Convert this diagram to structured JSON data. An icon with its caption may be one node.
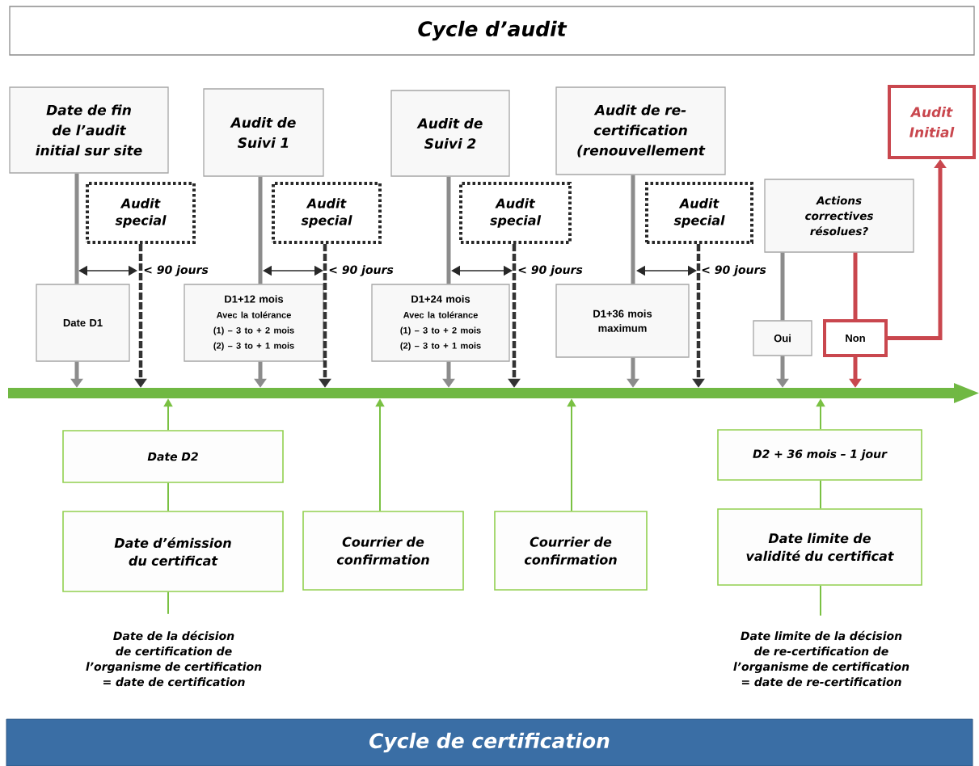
{
  "diagram": {
    "title": "Cycle d’audit",
    "caption": "Cycle de certification",
    "nodes": [
      {
        "text": [
          "Date de fin de l’audit initial sur site"
        ]
      },
      {
        "text": [
          "Audit de Suivi 1"
        ]
      },
      {
        "text": [
          "Audit de Suivi 2"
        ]
      },
      {
        "text": [
          "Audit de re-certification (renouvellement"
        ]
      },
      {
        "text": [
          "Audit Initial"
        ]
      },
      {
        "text": [
          "Audit special"
        ]
      },
      {
        "text": [
          "Audit special"
        ]
      },
      {
        "text": [
          "Audit special"
        ]
      },
      {
        "text": [
          "Audit special"
        ]
      },
      {
        "text": [
          "Actions correctives résolues?"
        ]
      },
      {
        "text": [
          "Date D1"
        ]
      },
      {
        "text": [
          "D1+12 mois",
          "Avec la tolérance",
          "(1) – 3 to + 2 mois",
          "(2) – 3 to + 1 mois"
        ]
      },
      {
        "text": [
          "D1+24 mois",
          "Avec la tolérance",
          "(1) – 3 to + 2 mois",
          "(2) – 3 to + 1 mois"
        ]
      },
      {
        "text": [
          "D1+36 mois maximum"
        ]
      },
      {
        "text": [
          "Oui"
        ]
      },
      {
        "text": [
          "Non"
        ]
      },
      {
        "text": [],
        "shape": "bar"
      },
      {
        "text": [
          "Date D2"
        ]
      },
      {
        "text": [
          "D2 + 36 mois – 1 jour"
        ]
      },
      {
        "text": [
          "Date d’émission du certificat"
        ]
      },
      {
        "text": [
          "Courrier de confirmation"
        ]
      },
      {
        "text": [
          "Courrier de confirmation"
        ]
      },
      {
        "text": [
          "Date limite de validité du certificat"
        ]
      },
      {
        "text": [
          "Date de la décision de certification de l’organisme de certification = date de certification"
        ]
      },
      {
        "text": [
          "Date limite de la décision de re-certification de l’organisme de certification = date de re-certification"
        ]
      }
    ],
    "edges": [
      {
        "from": 0,
        "to": 10,
        "arrow": "none"
      },
      {
        "from": 10,
        "to": 16,
        "arrow": "to"
      },
      {
        "from": 1,
        "to": 11,
        "arrow": "none"
      },
      {
        "from": 11,
        "to": 16,
        "arrow": "to"
      },
      {
        "from": 2,
        "to": 12,
        "arrow": "none"
      },
      {
        "from": 12,
        "to": 16,
        "arrow": "to"
      },
      {
        "from": 3,
        "to": 13,
        "arrow": "none"
      },
      {
        "from": 13,
        "to": 16,
        "arrow": "to"
      },
      {
        "from": 5,
        "to": 16,
        "arrow": "to",
        "style": "dashed",
        "color": "#333333"
      },
      {
        "from": 6,
        "to": 16,
        "arrow": "to",
        "style": "dashed",
        "color": "#333333"
      },
      {
        "from": 7,
        "to": 16,
        "arrow": "to",
        "style": "dashed",
        "color": "#333333"
      },
      {
        "from": 8,
        "to": 16,
        "arrow": "to",
        "style": "dashed",
        "color": "#333333"
      },
      {
        "from": 9,
        "to": 14,
        "arrow": "none"
      },
      {
        "from": 14,
        "to": 16,
        "arrow": "to"
      },
      {
        "from": 9,
        "to": 15,
        "arrow": "none",
        "color": "#c9474e"
      },
      {
        "from": 15,
        "to": 16,
        "arrow": "to",
        "color": "#c9474e"
      },
      {
        "from": 15,
        "to": 4,
        "arrow": "to",
        "color": "#c9474e"
      },
      {
        "from": 17,
        "to": 16,
        "arrow": "to",
        "color": "#7ac143"
      },
      {
        "from": 19,
        "to": 17,
        "arrow": "none",
        "color": "#7ac143"
      },
      {
        "from": 19,
        "to": 23,
        "arrow": "none",
        "color": "#7ac143"
      },
      {
        "from": 20,
        "to": 16,
        "arrow": "to",
        "color": "#7ac143"
      },
      {
        "from": 21,
        "to": 16,
        "arrow": "to",
        "color": "#7ac143"
      },
      {
        "from": 18,
        "to": 16,
        "arrow": "to",
        "color": "#7ac143"
      },
      {
        "from": 22,
        "to": 18,
        "arrow": "none",
        "color": "#7ac143"
      },
      {
        "from": 22,
        "to": 24,
        "arrow": "none",
        "color": "#7ac143"
      }
    ],
    "labels": [
      "< 90 jours",
      "< 90 jours",
      "< 90 jours",
      "< 90 jours"
    ]
  }
}
